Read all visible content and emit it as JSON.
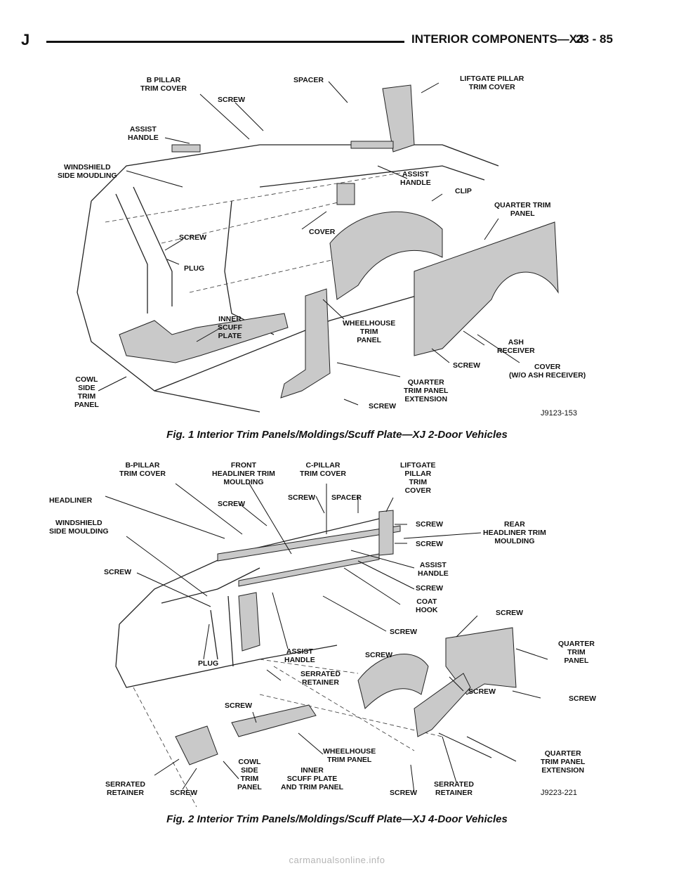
{
  "header": {
    "left": "J",
    "title": "INTERIOR COMPONENTS—XJ",
    "page": "23 - 85"
  },
  "fig1": {
    "caption": "Fig. 1 Interior Trim Panels/Moldings/Scuff Plate—XJ 2-Door Vehicles",
    "code": "J9123-153",
    "labels": {
      "b_pillar": "B PILLAR\nTRIM COVER",
      "screw_top": "SCREW",
      "spacer": "SPACER",
      "liftgate": "LIFTGATE PILLAR\nTRIM COVER",
      "assist_left": "ASSIST\nHANDLE",
      "windshield": "WINDSHIELD\nSIDE MOUDLING",
      "assist_right": "ASSIST\nHANDLE",
      "clip": "CLIP",
      "quarter": "QUARTER TRIM\nPANEL",
      "screw_mid": "SCREW",
      "cover": "COVER",
      "plug": "PLUG",
      "inner_scuff": "INNER\nSCUFF\nPLATE",
      "wheelhouse": "WHEELHOUSE\nTRIM\nPANEL",
      "ash_receiver": "ASH\nRECEIVER",
      "screw_lower": "SCREW",
      "cover_wo": "COVER\n(W/O ASH RECEIVER)",
      "cowl": "COWL\nSIDE\nTRIM\nPANEL",
      "quarter_ext": "QUARTER\nTRIM PANEL\nEXTENSION",
      "screw_bottom": "SCREW"
    }
  },
  "fig2": {
    "caption": "Fig. 2 Interior Trim Panels/Moldings/Scuff Plate—XJ 4-Door Vehicles",
    "code": "J9223-221",
    "labels": {
      "b_pillar": "B-PILLAR\nTRIM COVER",
      "front_headliner": "FRONT\nHEADLINER TRIM\nMOULDING",
      "c_pillar": "C-PILLAR\nTRIM COVER",
      "liftgate": "LIFTGATE\nPILLAR\nTRIM\nCOVER",
      "headliner": "HEADLINER",
      "screw_a": "SCREW",
      "screw_b": "SCREW",
      "spacer": "SPACER",
      "windshield": "WINDSHIELD\nSIDE MOULDING",
      "screw_c": "SCREW",
      "rear_headliner": "REAR\nHEADLINER TRIM\nMOULDING",
      "screw_d": "SCREW",
      "screw_left": "SCREW",
      "assist_right": "ASSIST\nHANDLE",
      "screw_e": "SCREW",
      "coat_hook": "COAT\nHOOK",
      "screw_f": "SCREW",
      "screw_g": "SCREW",
      "assist_mid": "ASSIST\nHANDLE",
      "plug": "PLUG",
      "serrated_mid": "SERRATED\nRETAINER",
      "screw_h": "SCREW",
      "quarter": "QUARTER\nTRIM\nPANEL",
      "screw_i": "SCREW",
      "screw_j": "SCREW",
      "screw_k": "SCREW",
      "wheelhouse": "WHEELHOUSE\nTRIM PANEL",
      "quarter_ext": "QUARTER\nTRIM PANEL\nEXTENSION",
      "cowl": "COWL\nSIDE\nTRIM\nPANEL",
      "inner_scuff": "INNER\nSCUFF PLATE\nAND TRIM PANEL",
      "serrated_left": "SERRATED\nRETAINER",
      "screw_l": "SCREW",
      "screw_m": "SCREW",
      "serrated_right": "SERRATED\nRETAINER"
    }
  },
  "watermark": "carmanualsonline.info"
}
